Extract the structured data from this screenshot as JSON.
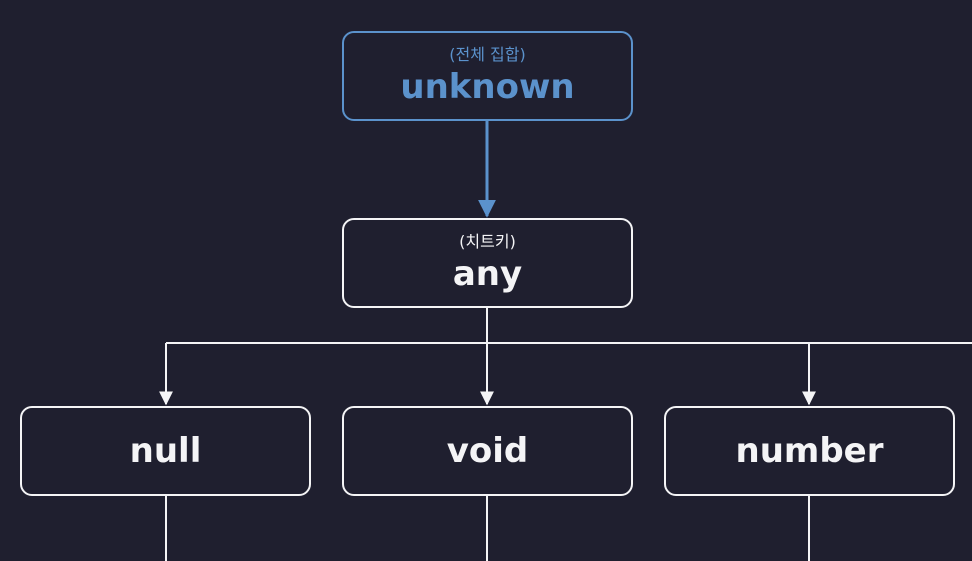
{
  "colors": {
    "background": "#1f1f2f",
    "foreground": "#f4f4f6",
    "accent": "#5b92cc"
  },
  "nodes": {
    "unknown": {
      "subtitle": "(전체 집합)",
      "title": "unknown"
    },
    "any": {
      "subtitle": "(치트키)",
      "title": "any"
    },
    "null": {
      "title": "null"
    },
    "void": {
      "title": "void"
    },
    "number": {
      "title": "number"
    }
  }
}
